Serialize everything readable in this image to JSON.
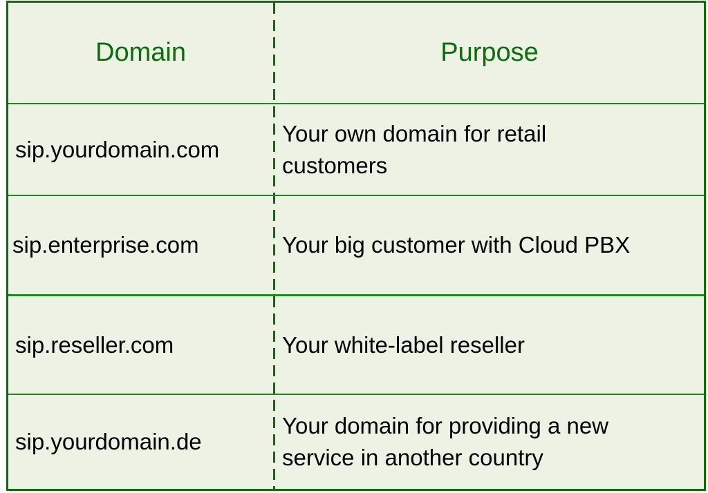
{
  "table": {
    "headers": {
      "domain": "Domain",
      "purpose": "Purpose"
    },
    "rows": [
      {
        "domain": "sip.yourdomain.com",
        "purpose": "Your own domain for retail customers"
      },
      {
        "domain": "sip.enterprise.com",
        "purpose": "Your big customer with Cloud PBX"
      },
      {
        "domain": "sip.reseller.com",
        "purpose": "Your white-label reseller"
      },
      {
        "domain": "sip.yourdomain.de",
        "purpose": "Your domain for providing a new service in another country"
      }
    ]
  },
  "colors": {
    "border": "#0b6e0b",
    "background": "#eef2e4",
    "header_text": "#0b6e0b"
  }
}
